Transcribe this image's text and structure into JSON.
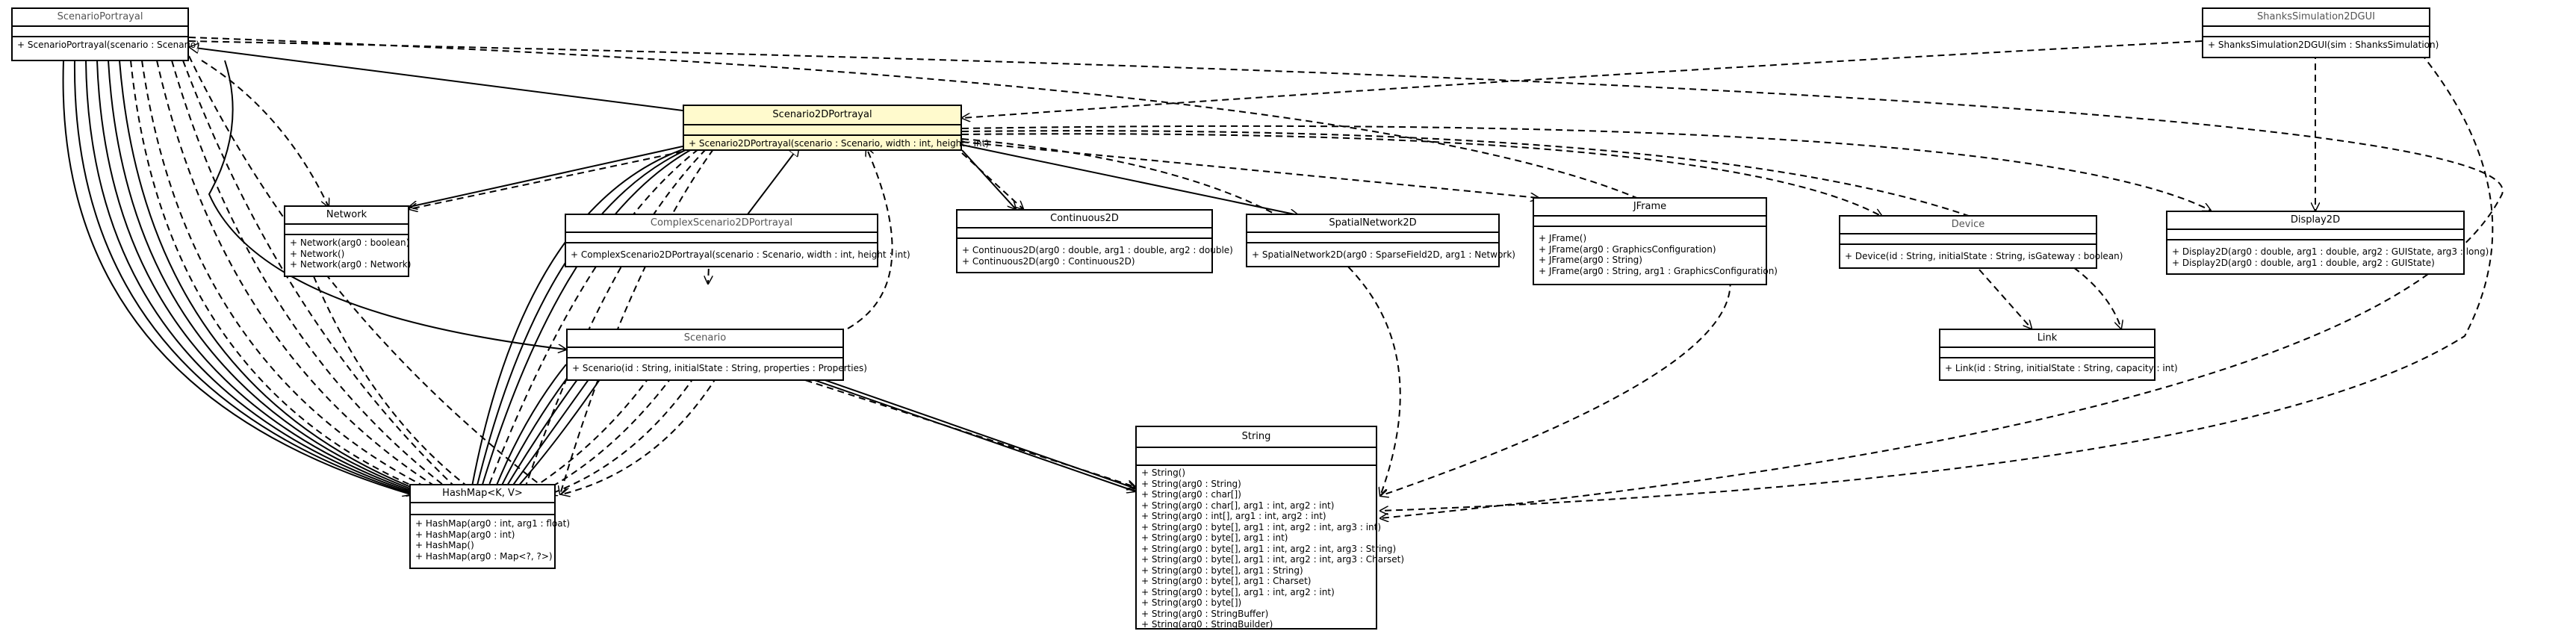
{
  "classes": {
    "scenarioPortrayal": {
      "name": "ScenarioPortrayal",
      "ops": [
        "+ ScenarioPortrayal(scenario : Scenario)"
      ]
    },
    "scenario2DPortrayal": {
      "name": "Scenario2DPortrayal",
      "ops": [
        "+ Scenario2DPortrayal(scenario : Scenario, width : int, height : int)"
      ]
    },
    "shanksSimulation2DGUI": {
      "name": "ShanksSimulation2DGUI",
      "ops": [
        "+ ShanksSimulation2DGUI(sim : ShanksSimulation)"
      ]
    },
    "network": {
      "name": "Network",
      "ops": [
        "+ Network(arg0 : boolean)",
        "+ Network()",
        "+ Network(arg0 : Network)"
      ]
    },
    "complexScenario2DPortrayal": {
      "name": "ComplexScenario2DPortrayal",
      "ops": [
        "+ ComplexScenario2DPortrayal(scenario : Scenario, width : int, height : int)"
      ]
    },
    "continuous2D": {
      "name": "Continuous2D",
      "ops": [
        "+ Continuous2D(arg0 : double, arg1 : double, arg2 : double)",
        "+ Continuous2D(arg0 : Continuous2D)"
      ]
    },
    "spatialNetwork2D": {
      "name": "SpatialNetwork2D",
      "ops": [
        "+ SpatialNetwork2D(arg0 : SparseField2D, arg1 : Network)"
      ]
    },
    "jframe": {
      "name": "JFrame",
      "ops": [
        "+ JFrame()",
        "+ JFrame(arg0 : GraphicsConfiguration)",
        "+ JFrame(arg0 : String)",
        "+ JFrame(arg0 : String, arg1 : GraphicsConfiguration)"
      ]
    },
    "device": {
      "name": "Device",
      "ops": [
        "+ Device(id : String, initialState : String, isGateway : boolean)"
      ]
    },
    "display2D": {
      "name": "Display2D",
      "ops": [
        "+ Display2D(arg0 : double, arg1 : double, arg2 : GUIState, arg3 : long)",
        "+ Display2D(arg0 : double, arg1 : double, arg2 : GUIState)"
      ]
    },
    "scenario": {
      "name": "Scenario",
      "ops": [
        "+ Scenario(id : String, initialState : String, properties : Properties)"
      ]
    },
    "link": {
      "name": "Link",
      "ops": [
        "+ Link(id : String, initialState : String, capacity : int)"
      ]
    },
    "string": {
      "name": "String",
      "ops": [
        "+ String()",
        "+ String(arg0 : String)",
        "+ String(arg0 : char[])",
        "+ String(arg0 : char[], arg1 : int, arg2 : int)",
        "+ String(arg0 : int[], arg1 : int, arg2 : int)",
        "+ String(arg0 : byte[], arg1 : int, arg2 : int, arg3 : int)",
        "+ String(arg0 : byte[], arg1 : int)",
        "+ String(arg0 : byte[], arg1 : int, arg2 : int, arg3 : String)",
        "+ String(arg0 : byte[], arg1 : int, arg2 : int, arg3 : Charset)",
        "+ String(arg0 : byte[], arg1 : String)",
        "+ String(arg0 : byte[], arg1 : Charset)",
        "+ String(arg0 : byte[], arg1 : int, arg2 : int)",
        "+ String(arg0 : byte[])",
        "+ String(arg0 : StringBuffer)",
        "+ String(arg0 : StringBuilder)"
      ]
    },
    "hashMap": {
      "name": "HashMap<K, V>",
      "ops": [
        "+ HashMap(arg0 : int, arg1 : float)",
        "+ HashMap(arg0 : int)",
        "+ HashMap()",
        "+ HashMap(arg0 : Map<?, ?>)"
      ]
    }
  }
}
